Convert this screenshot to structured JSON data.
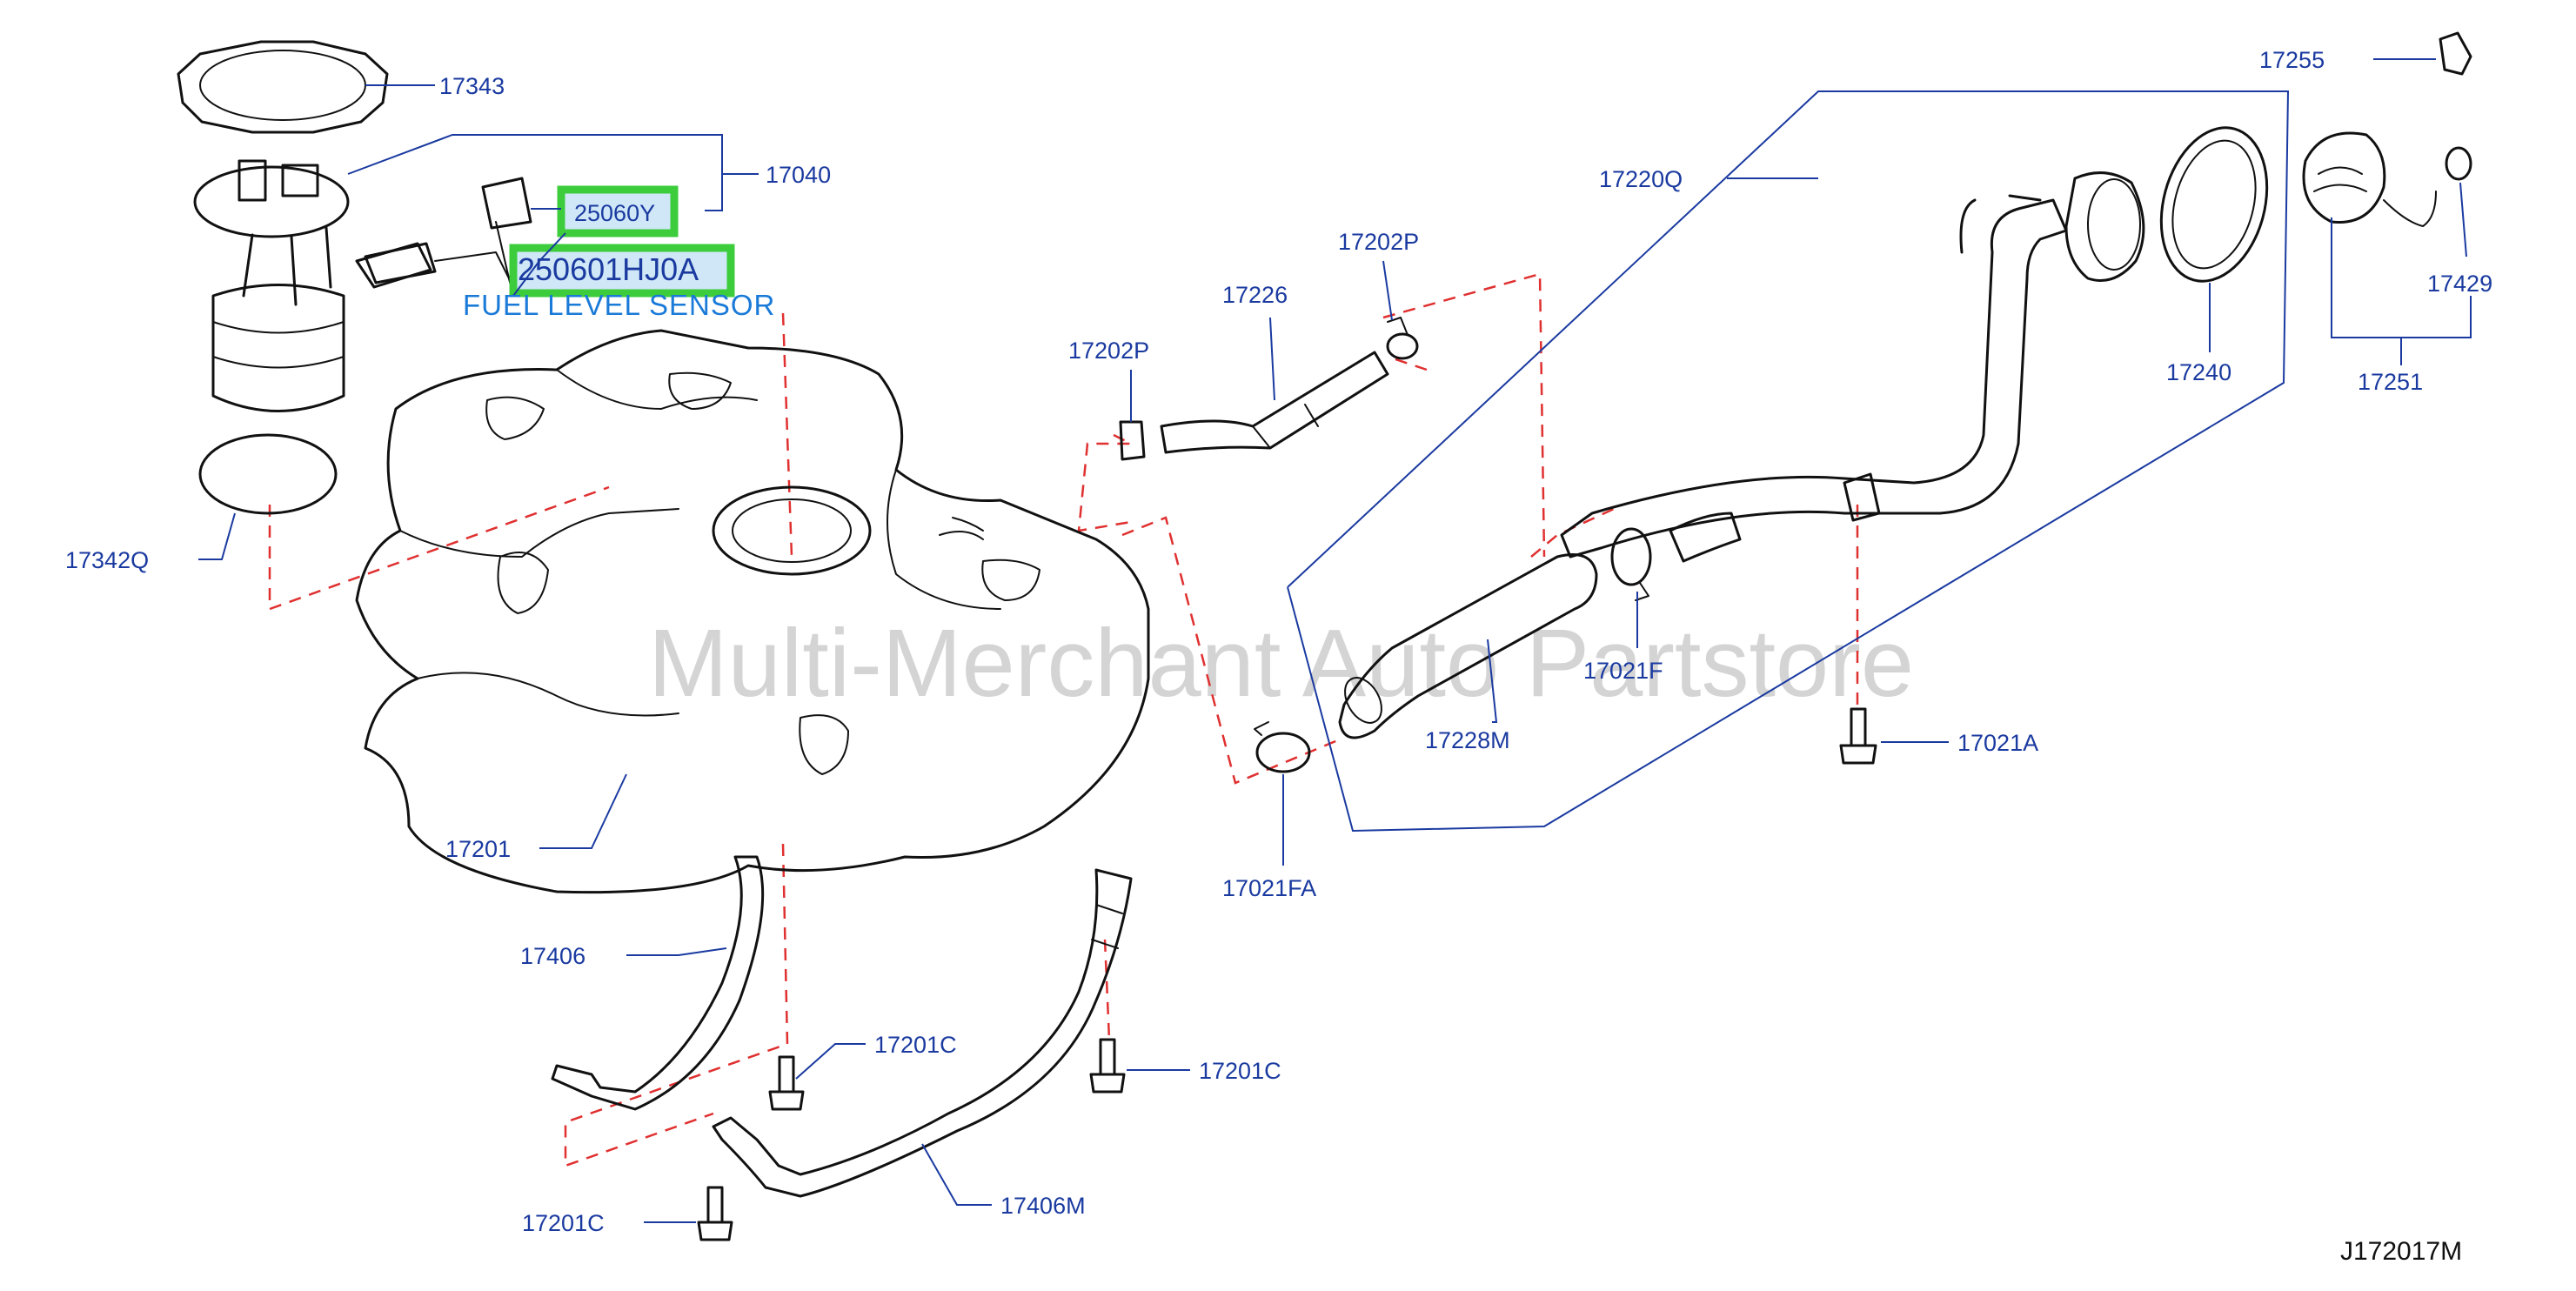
{
  "diagram": {
    "watermark": "Multi-Merchant Auto Partstore",
    "reference_code": "J172017M",
    "highlighted_parts": {
      "sender_unit": "25060Y",
      "fuel_level_sensor_part": "250601HJ0A",
      "fuel_level_sensor_caption": "FUEL LEVEL SENSOR"
    },
    "part_numbers": {
      "p17343": "17343",
      "p17040": "17040",
      "p17342Q": "17342Q",
      "p17201": "17201",
      "p17406": "17406",
      "p17201C_a": "17201C",
      "p17201C_b": "17201C",
      "p17201C_c": "17201C",
      "p17406M": "17406M",
      "p17202P_a": "17202P",
      "p17226": "17226",
      "p17202P_b": "17202P",
      "p17220Q": "17220Q",
      "p17228M": "17228M",
      "p17021F": "17021F",
      "p17021FA": "17021FA",
      "p17021A": "17021A",
      "p17240": "17240",
      "p17255": "17255",
      "p17429": "17429",
      "p17251": "17251"
    }
  }
}
